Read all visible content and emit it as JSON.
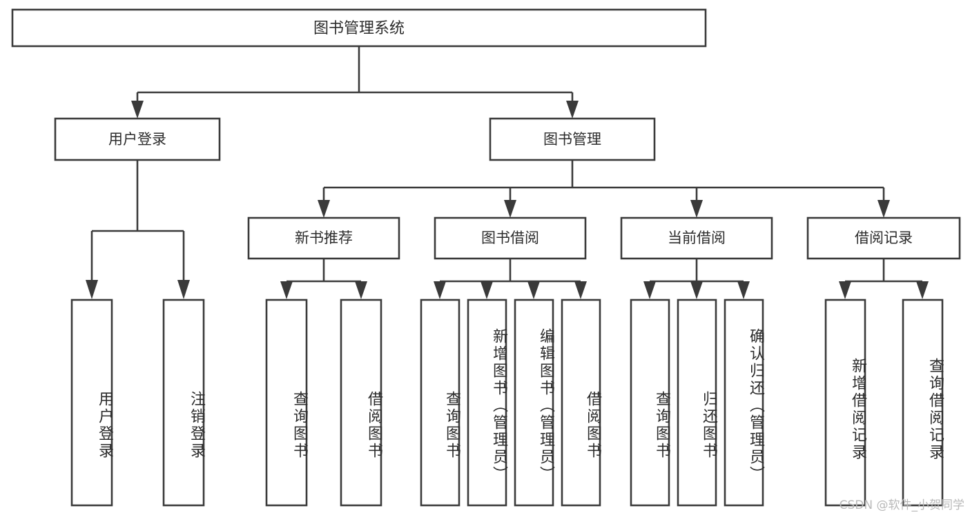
{
  "diagram": {
    "title_text": "图书管理系统",
    "type": "hierarchy-tree",
    "watermark": "CSDN @软件_小贺同学",
    "colors": {
      "stroke": "#3a3a3a",
      "box_fill": "#ffffff",
      "text": "#2b2b2b",
      "background": "#ffffff",
      "watermark": "#b9b9b9"
    },
    "root": {
      "label": "图书管理系统"
    },
    "level2": [
      {
        "label": "用户登录"
      },
      {
        "label": "图书管理"
      }
    ],
    "level3": [
      {
        "label": "新书推荐"
      },
      {
        "label": "图书借阅"
      },
      {
        "label": "当前借阅"
      },
      {
        "label": "借阅记录"
      }
    ],
    "leaves": {
      "user_login": [
        {
          "label": "用户登录"
        },
        {
          "label": "注销登录"
        }
      ],
      "new_book_recommend": [
        {
          "label": "查询图书"
        },
        {
          "label": "借阅图书"
        }
      ],
      "book_borrow": [
        {
          "label": "查询图书"
        },
        {
          "label": "新增图书（管理员）"
        },
        {
          "label": "编辑图书（管理员）"
        },
        {
          "label": "借阅图书"
        }
      ],
      "current_borrow": [
        {
          "label": "查询图书"
        },
        {
          "label": "归还图书"
        },
        {
          "label": "确认归还（管理员）"
        }
      ],
      "borrow_record": [
        {
          "label": "新增借阅记录"
        },
        {
          "label": "查询借阅记录"
        }
      ]
    }
  }
}
